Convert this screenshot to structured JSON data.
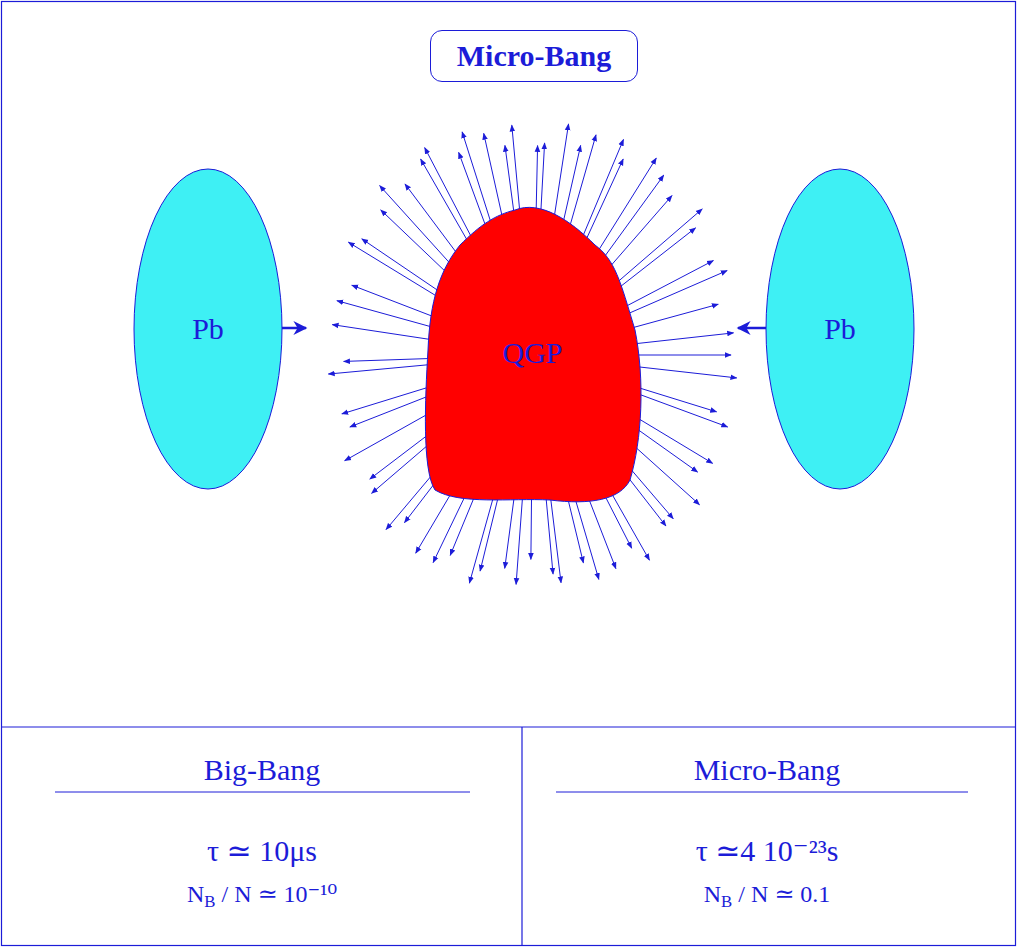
{
  "diagram": {
    "title": "Micro-Bang",
    "nodes": [
      {
        "text": [
          "Pb"
        ]
      },
      {
        "text": [
          "QGP"
        ]
      },
      {
        "text": [
          "Pb"
        ]
      }
    ],
    "labels": [
      "Big-Bang",
      "Micro-Bang",
      "τ ≃ 10μs",
      "NB / N ≃ 10⁻¹⁰",
      "τ ≃4 10⁻²³s",
      "NB / N ≃ 0.1"
    ]
  }
}
